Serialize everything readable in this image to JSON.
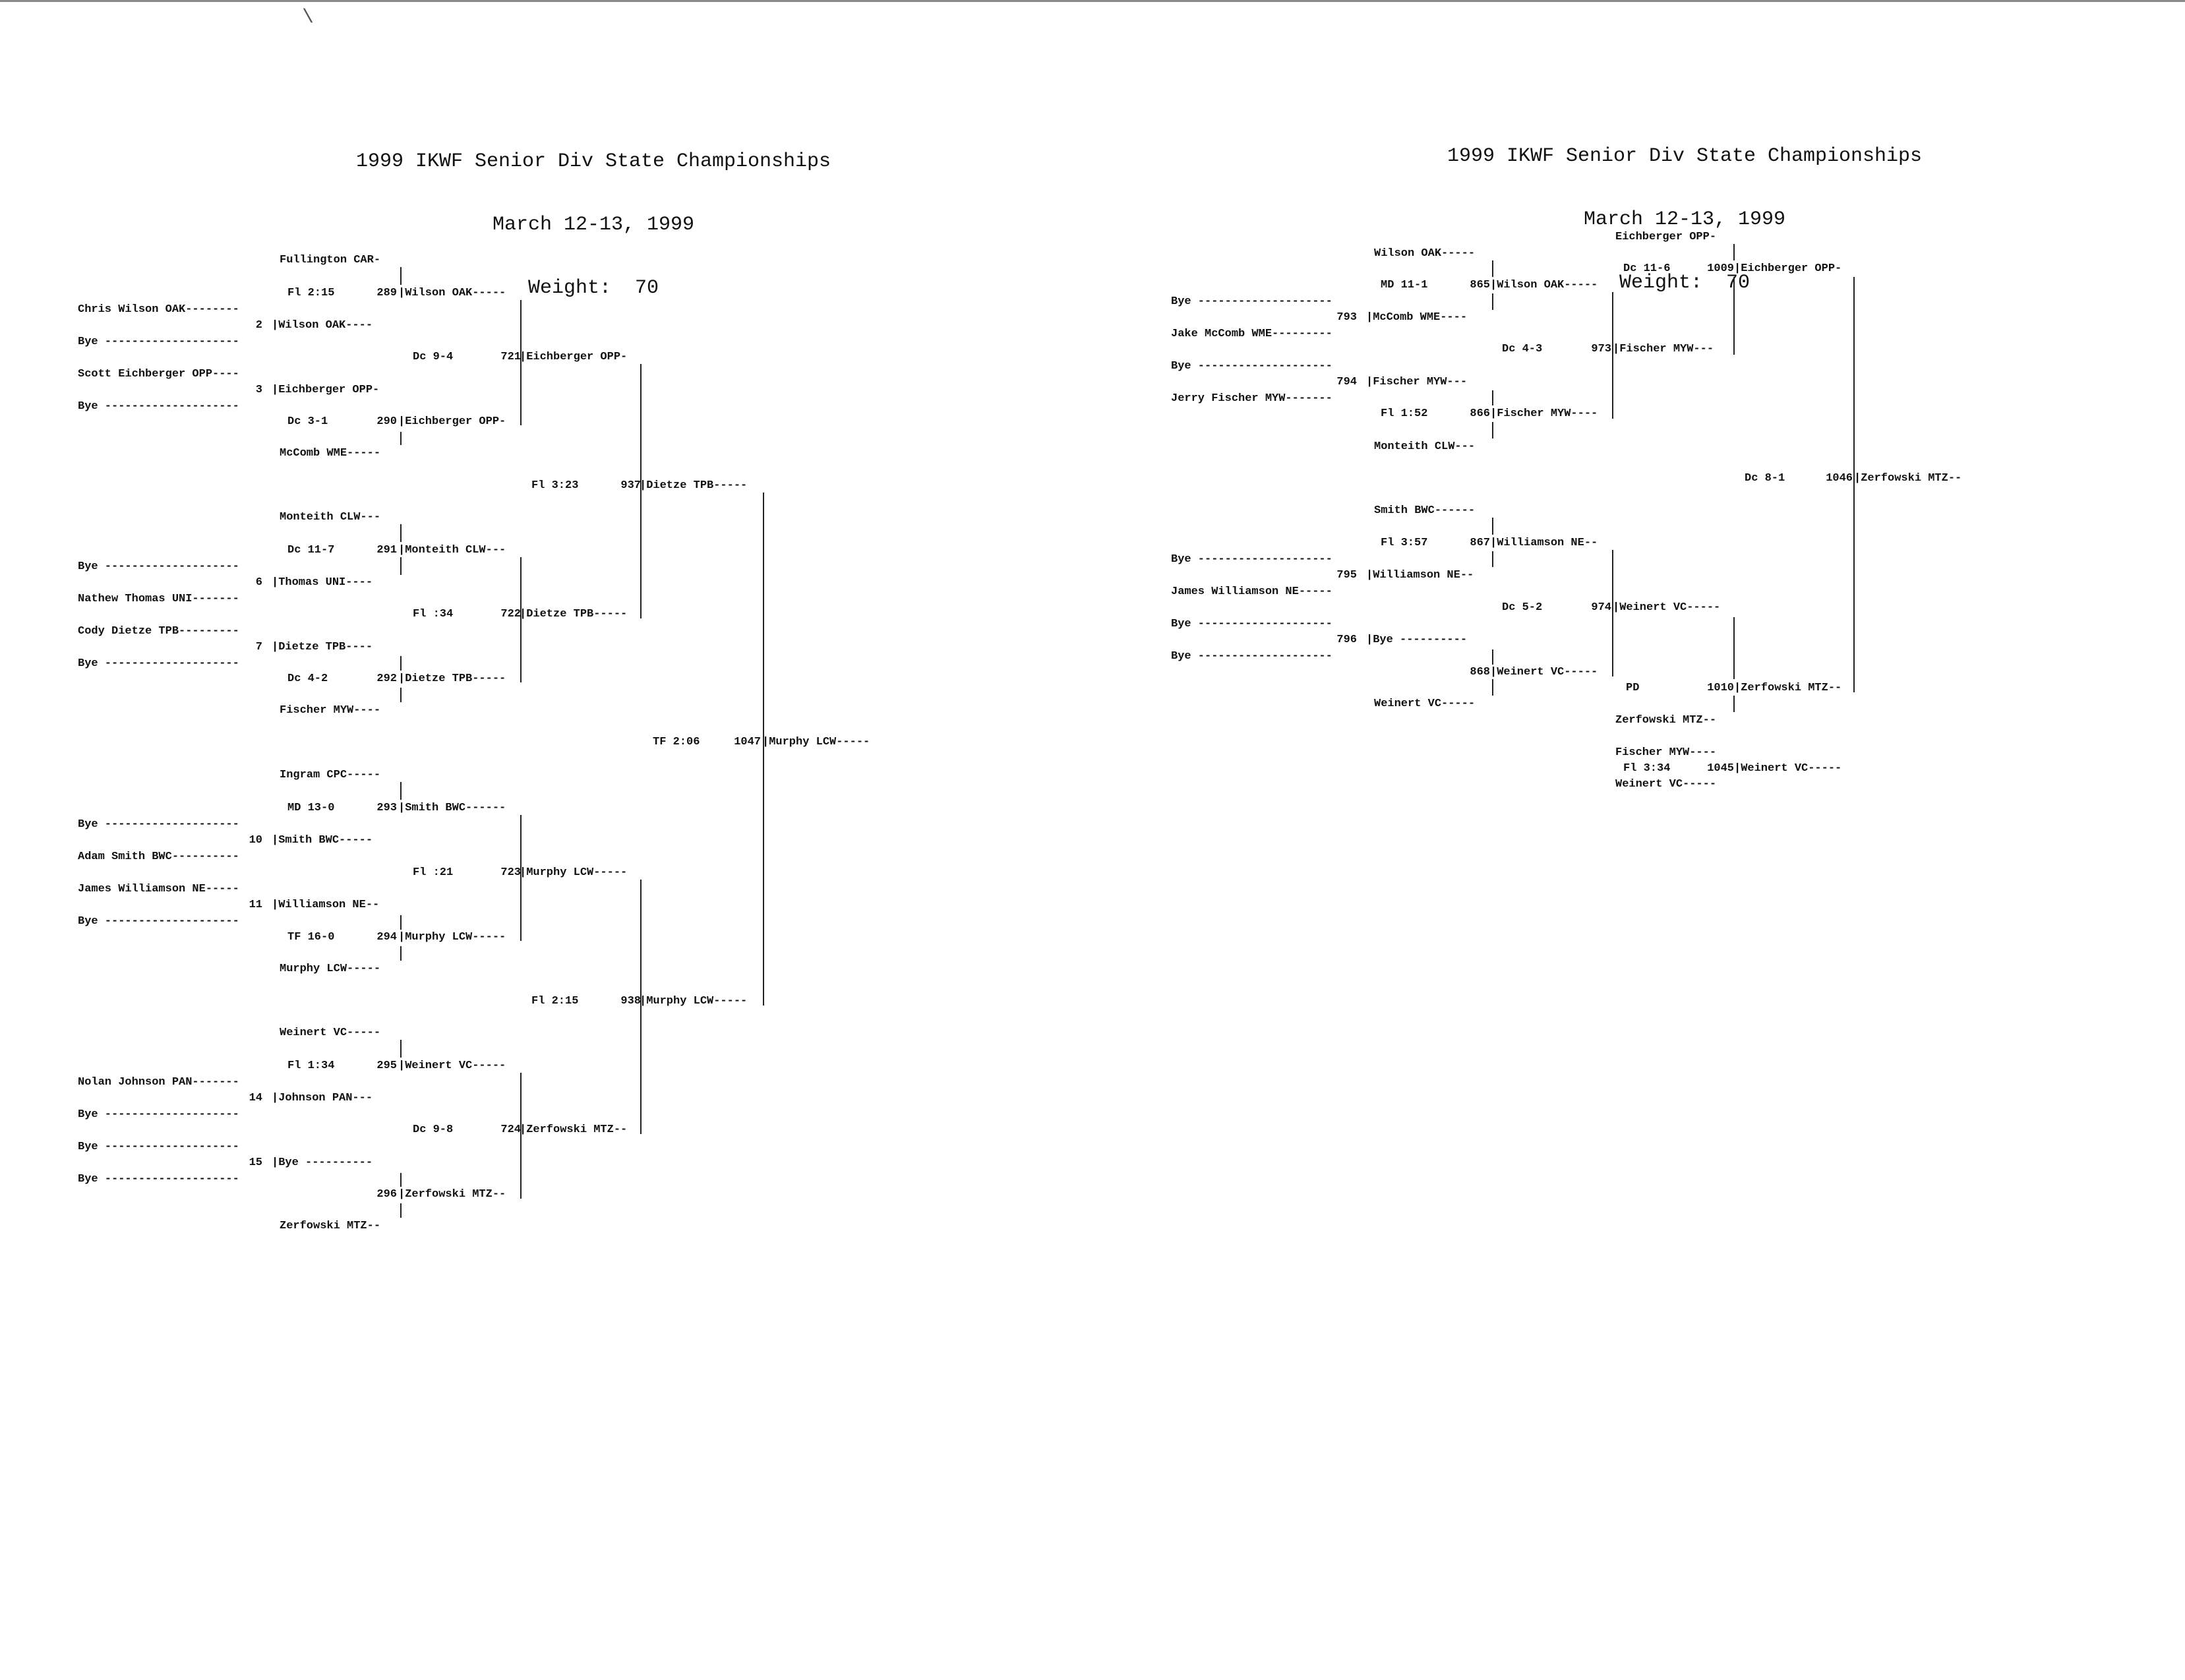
{
  "left": {
    "title": "1999 IKWF Senior Div State Championships",
    "date": "March 12-13, 1999",
    "weight": "Weight:  70",
    "r1": [
      "Chris Wilson OAK--------",
      "Bye --------------------",
      "Scott Eichberger OPP----",
      "Bye --------------------",
      "Bye --------------------",
      "Nathew Thomas UNI-------",
      "Cody Dietze TPB---------",
      "Bye --------------------",
      "Bye --------------------",
      "Adam Smith BWC----------",
      "James Williamson NE-----",
      "Bye --------------------",
      "Nolan Johnson PAN-------",
      "Bye --------------------",
      "Bye --------------------",
      "Bye --------------------"
    ],
    "b1": [
      "2",
      "3",
      "6",
      "7",
      "10",
      "11",
      "14",
      "15"
    ],
    "r1w": [
      "|Wilson OAK----",
      "|Eichberger OPP-",
      "|Thomas UNI----",
      "|Dietze TPB----",
      "|Smith BWC-----",
      "|Williamson NE--",
      "|Johnson PAN---",
      "|Bye ----------"
    ],
    "seed": [
      "Fullington CAR-",
      "McComb WME-----",
      "Monteith CLW---",
      "Fischer MYW----",
      "Ingram CPC-----",
      "Murphy LCW-----",
      "Weinert VC-----",
      "Zerfowski MTZ--"
    ],
    "r2": [
      {
        "res": "Fl 2:15",
        "bout": "289",
        "win": "|Wilson OAK-----"
      },
      {
        "res": "Dc 3-1",
        "bout": "290",
        "win": "|Eichberger OPP-"
      },
      {
        "res": "Dc 11-7",
        "bout": "291",
        "win": "|Monteith CLW---"
      },
      {
        "res": "Dc 4-2",
        "bout": "292",
        "win": "|Dietze TPB-----"
      },
      {
        "res": "MD 13-0",
        "bout": "293",
        "win": "|Smith BWC------"
      },
      {
        "res": "TF 16-0",
        "bout": "294",
        "win": "|Murphy LCW-----"
      },
      {
        "res": "Fl 1:34",
        "bout": "295",
        "win": "|Weinert VC-----"
      },
      {
        "res": "",
        "bout": "296",
        "win": "|Zerfowski MTZ--"
      }
    ],
    "r3": [
      {
        "res": "Dc 9-4",
        "bout": "721",
        "win": "|Eichberger OPP-"
      },
      {
        "res": "Fl :34",
        "bout": "722",
        "win": "|Dietze TPB-----"
      },
      {
        "res": "Fl :21",
        "bout": "723",
        "win": "|Murphy LCW-----"
      },
      {
        "res": "Dc 9-8",
        "bout": "724",
        "win": "|Zerfowski MTZ--"
      }
    ],
    "r4": [
      {
        "res": "Fl 3:23",
        "bout": "937",
        "win": "|Dietze TPB-----"
      },
      {
        "res": "Fl 2:15",
        "bout": "938",
        "win": "|Murphy LCW-----"
      }
    ],
    "final": {
      "res": "TF 2:06",
      "bout": "1047",
      "win": "|Murphy LCW-----"
    }
  },
  "right": {
    "title": "1999 IKWF Senior Div State Championships",
    "date": "March 12-13, 1999",
    "weight": "Weight:  70",
    "seed": [
      "Wilson OAK-----",
      "Monteith CLW---",
      "Smith BWC------",
      "Weinert VC-----"
    ],
    "r1": [
      "Bye --------------------",
      "Jake McComb WME---------",
      "Bye --------------------",
      "Jerry Fischer MYW-------",
      "Bye --------------------",
      "James Williamson NE-----",
      "Bye --------------------",
      "Bye --------------------"
    ],
    "b1": [
      "793",
      "794",
      "795",
      "796"
    ],
    "r1w": [
      "|McComb WME----",
      "|Fischer MYW---",
      "|Williamson NE--",
      "|Bye ----------"
    ],
    "r2": [
      {
        "res": "MD 11-1",
        "bout": "865",
        "win": "|Wilson OAK-----"
      },
      {
        "res": "Fl 1:52",
        "bout": "866",
        "win": "|Fischer MYW----"
      },
      {
        "res": "Fl 3:57",
        "bout": "867",
        "win": "|Williamson NE--"
      },
      {
        "res": "",
        "bout": "868",
        "win": "|Weinert VC-----"
      }
    ],
    "r3": [
      {
        "res": "Dc 4-3",
        "bout": "973",
        "win": "|Fischer MYW---"
      },
      {
        "res": "Dc 5-2",
        "bout": "974",
        "win": "|Weinert VC-----"
      }
    ],
    "top_entry": "Eichberger OPP-",
    "r4top": {
      "res": "Dc 11-6",
      "bout": "1009",
      "win": "|Eichberger OPP-"
    },
    "r4bot": {
      "res": "PD",
      "bout": "1010",
      "win": "|Zerfowski MTZ--"
    },
    "bot_entry": "Zerfowski MTZ--",
    "cons_final": {
      "res": "Dc 8-1",
      "bout": "1046",
      "win": "|Zerfowski MTZ--"
    },
    "fifth": {
      "a": "Fischer MYW----",
      "res": "Fl 3:34",
      "bout": "1045",
      "win": "|Weinert VC-----",
      "b": "Weinert VC-----"
    }
  }
}
